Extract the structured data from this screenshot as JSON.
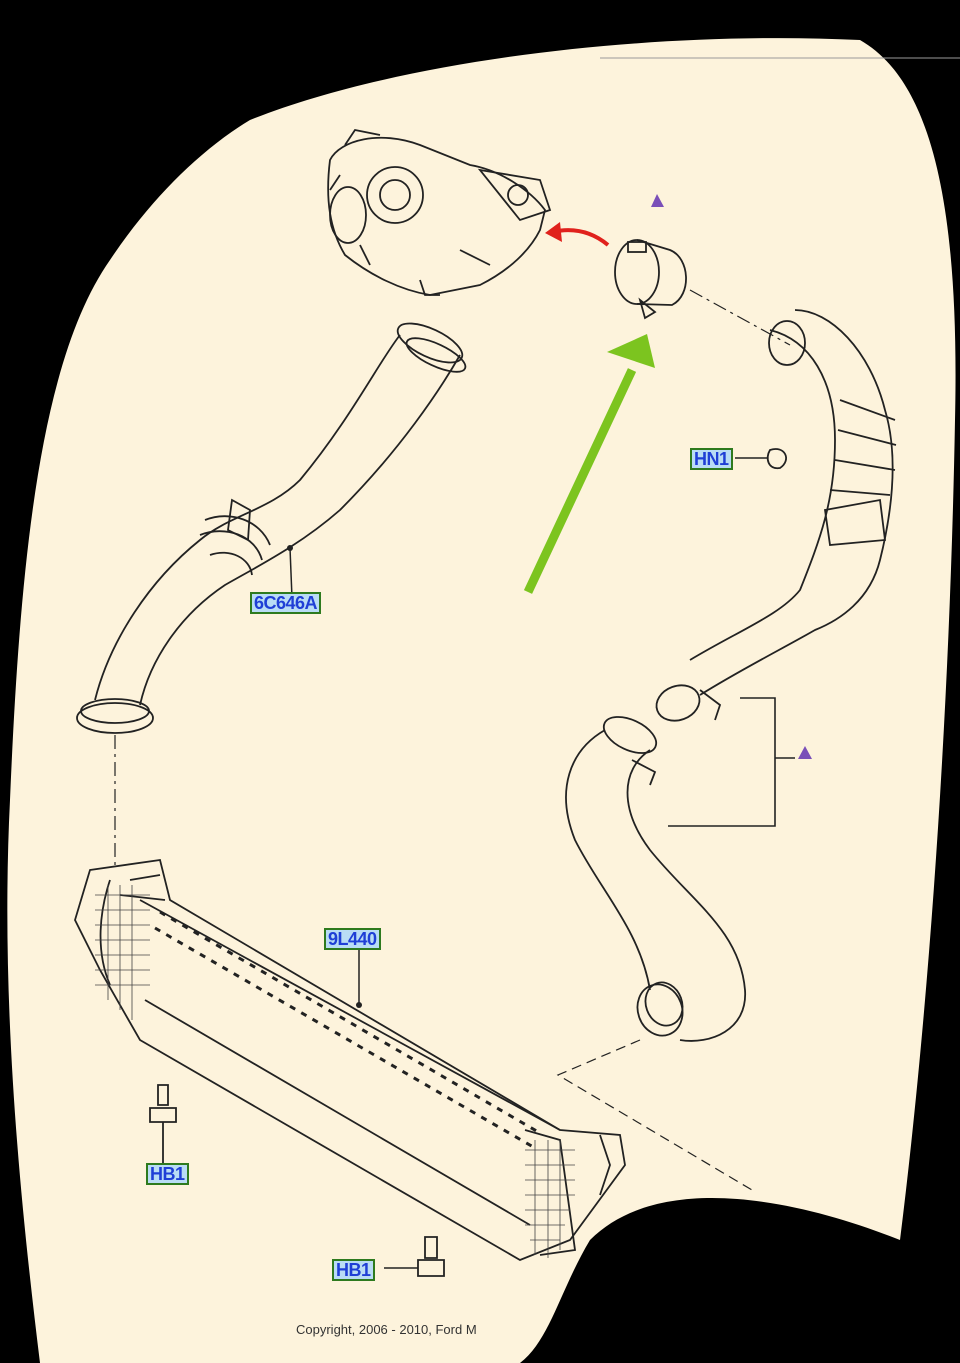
{
  "labels": {
    "hn1": "HN1",
    "part_6c646a": "6C646A",
    "part_9l440": "9L440",
    "hb1_left": "HB1",
    "hb1_bottom": "HB1"
  },
  "copyright": "Copyright, 2006 - 2010, Ford M",
  "colors": {
    "paper": "#fdf3dc",
    "outline": "#222222",
    "green_arrow": "#7cc41f",
    "red_arrow": "#e0211c",
    "marker_triangle": "#7a4fb8",
    "label_text": "#1f3fd6",
    "label_fill": "#b9dcf5",
    "label_border": "#2e7a1e"
  }
}
